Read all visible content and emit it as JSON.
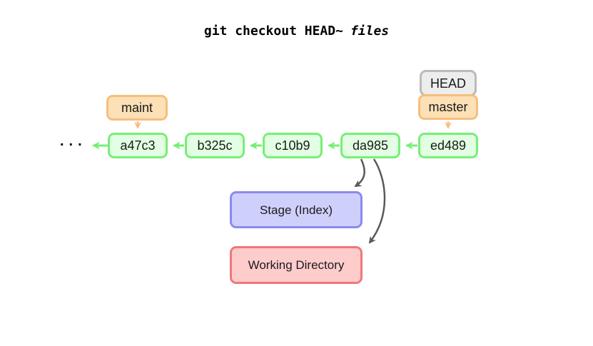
{
  "title": {
    "command": "git checkout HEAD~",
    "argument": "files"
  },
  "diagram": {
    "ellipsis": "...",
    "commits": [
      {
        "id": "a47c3"
      },
      {
        "id": "b325c"
      },
      {
        "id": "c10b9"
      },
      {
        "id": "da985"
      },
      {
        "id": "ed489"
      }
    ],
    "branches": [
      {
        "label": "maint",
        "points_to": "a47c3"
      },
      {
        "label": "master",
        "points_to": "ed489"
      }
    ],
    "head": {
      "label": "HEAD",
      "attached_to": "master"
    },
    "areas": [
      {
        "label": "Stage (Index)"
      },
      {
        "label": "Working Directory"
      }
    ],
    "edges": {
      "history": [
        {
          "from": "ed489",
          "to": "da985"
        },
        {
          "from": "da985",
          "to": "c10b9"
        },
        {
          "from": "c10b9",
          "to": "b325c"
        },
        {
          "from": "b325c",
          "to": "a47c3"
        },
        {
          "from": "a47c3",
          "to": "earlier-history-ellipsis"
        }
      ],
      "ref_pointers": [
        {
          "from": "maint",
          "to": "a47c3"
        },
        {
          "from": "master",
          "to": "ed489"
        }
      ],
      "checkout_flows": [
        {
          "from": "da985",
          "to": "Stage (Index)"
        },
        {
          "from": "da985",
          "to": "Working Directory"
        }
      ]
    }
  },
  "colors": {
    "commit_border": "#77EE77",
    "commit_fill": "#E3FFE3",
    "branch_border": "#F7BE7E",
    "branch_fill": "#FCE0B6",
    "head_border": "#BBBBBB",
    "head_fill": "#EDEDED",
    "stage_border": "#8A8AF0",
    "stage_fill": "#CFCFFC",
    "workdir_border": "#F07878",
    "workdir_fill": "#FFCCCC",
    "flow_arrow": "#595959",
    "text": "#1A1A1A"
  }
}
